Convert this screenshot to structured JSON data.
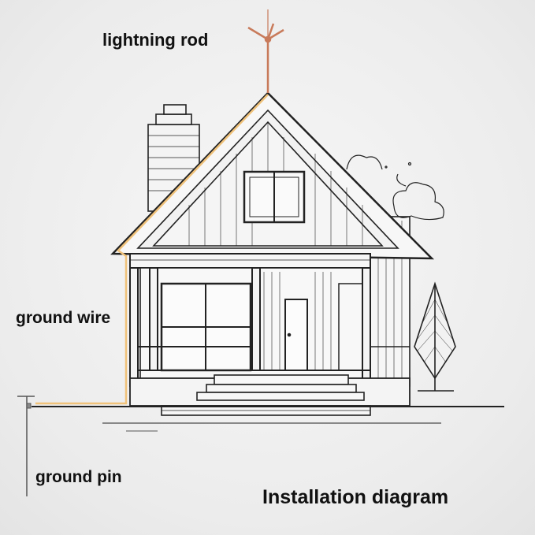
{
  "labels": {
    "lightning_rod": "lightning rod",
    "ground_wire": "ground wire",
    "ground_pin": "ground pin",
    "title": "Installation diagram"
  },
  "colors": {
    "rod": "#c87a5a",
    "wire": "#f0c27a",
    "line": "#222222"
  }
}
